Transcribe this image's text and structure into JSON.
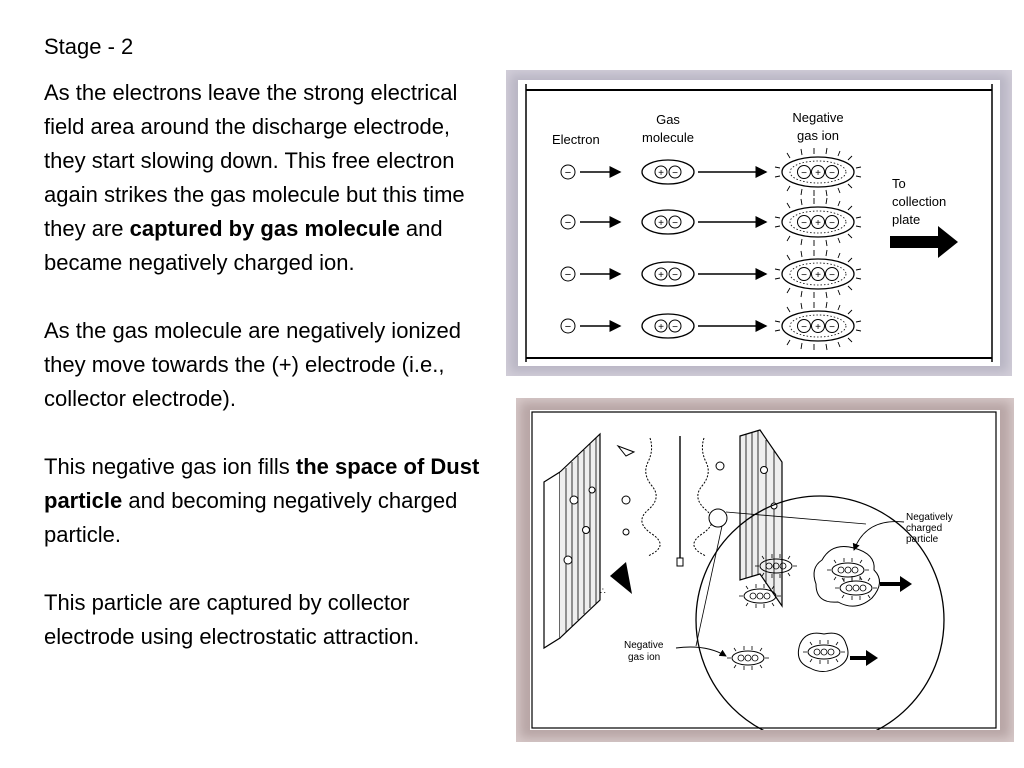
{
  "slide": {
    "title": "Stage - 2"
  },
  "body": {
    "p1_a": "As the electrons leave the strong electrical field area around the discharge electrode, they start slowing down. This free electron  again strikes the gas molecule but this time they are ",
    "p1_bold": "captured by gas molecule",
    "p1_b": " and became negatively charged ion.",
    "p2": "As  the gas molecule are negatively ionized they move towards the (+) electrode (i.e., collector electrode).",
    "p3_a": "This negative gas ion fills ",
    "p3_bold": "the space of Dust particle",
    "p3_b": "  and becoming negatively charged particle.",
    "p4": "This particle are captured by collector electrode using electrostatic attraction."
  },
  "diagram1": {
    "label_electron": "Electron",
    "label_gas_line1": "Gas",
    "label_gas_line2": "molecule",
    "label_neg_line1": "Negative",
    "label_neg_line2": "gas ion",
    "label_to_line1": "To",
    "label_to_line2": "collection",
    "label_to_line3": "plate"
  },
  "diagram2": {
    "label_neg_particle_1": "Negatively",
    "label_neg_particle_2": "charged",
    "label_neg_particle_3": "particle",
    "label_neg_ion_1": "Negative",
    "label_neg_ion_2": "gas ion"
  }
}
